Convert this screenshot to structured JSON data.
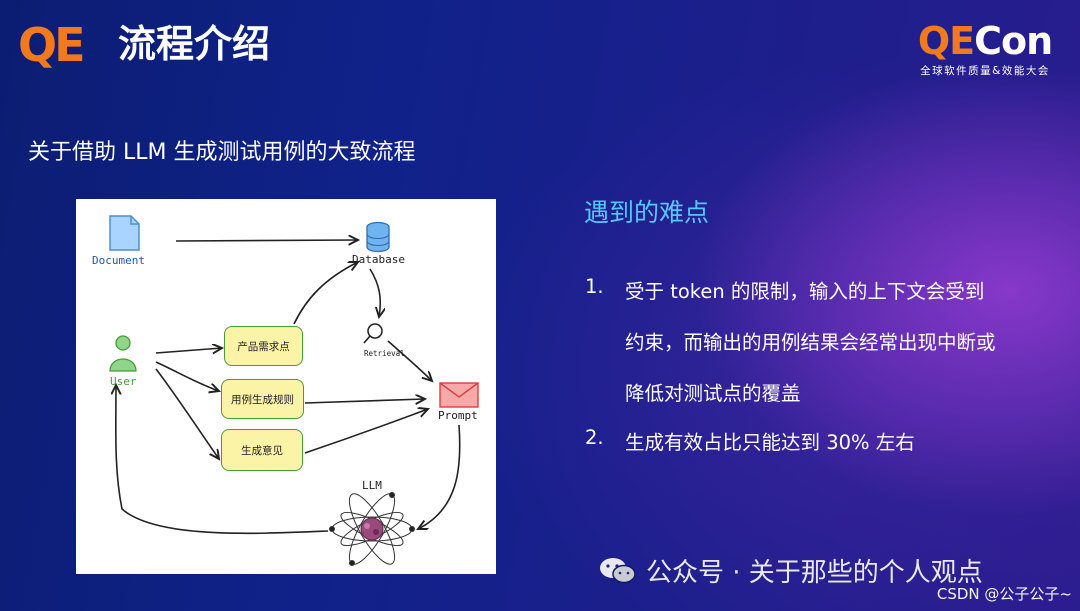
{
  "header": {
    "logo_text": "QE",
    "title": "流程介绍",
    "brand_qe": "QE",
    "brand_con": "Con",
    "brand_subtitle": "全球软件质量&效能大会"
  },
  "subtitle": "关于借助 LLM 生成测试用例的大致流程",
  "diagram": {
    "document": "Document",
    "database": "Database",
    "user": "User",
    "retrieval": "Retrieval",
    "prompt": "Prompt",
    "llm": "LLM",
    "box_requirements": "产品需求点",
    "box_rules": "用例生成规则",
    "box_feedback": "生成意见"
  },
  "issues": {
    "heading": "遇到的难点",
    "items": [
      {
        "number": "1.",
        "lines": [
          "受于 token 的限制，输入的上下文会受到",
          "约束，而输出的用例结果会经常出现中断或",
          "降低对测试点的覆盖"
        ]
      },
      {
        "number": "2.",
        "lines": [
          "生成有效占比只能达到 30%  左右"
        ]
      }
    ]
  },
  "watermark": "公众号 · 关于那些的个人观点",
  "footer": "CSDN @公子公子~",
  "colors": {
    "accent_orange": "#f27a1e",
    "heading_blue": "#54c8ff",
    "label_blue": "#1e5aa8",
    "label_green": "#4a9b3a",
    "box_fill": "#fbf3a6",
    "prompt_red": "#d94040"
  },
  "icons": [
    "document-icon",
    "database-icon",
    "user-icon",
    "magnifier-icon",
    "envelope-icon",
    "atom-icon",
    "wechat-icon"
  ]
}
